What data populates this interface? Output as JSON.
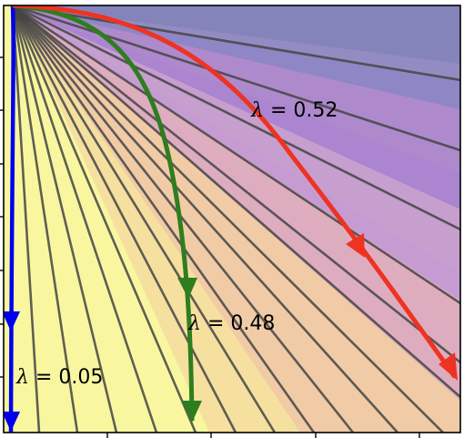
{
  "colors": {
    "background_fill": "#f8f7a0",
    "mid_fill": "#f1cfa0",
    "pink_fill": "#d6a4c8",
    "violet_fill": "#ad87cf",
    "top_fill": "#8787bf",
    "ray_color": "#444444",
    "frame_color": "#000000",
    "blue_curve": "#0000ee",
    "green_curve": "#2e7d1e",
    "red_curve": "#ee3322"
  },
  "curves": [
    {
      "id": "blue",
      "symbol": "λ",
      "text": " = 0.05"
    },
    {
      "id": "green",
      "symbol": "λ",
      "text": " = 0.48"
    },
    {
      "id": "red",
      "symbol": "λ",
      "text": " = 0.52"
    }
  ]
}
